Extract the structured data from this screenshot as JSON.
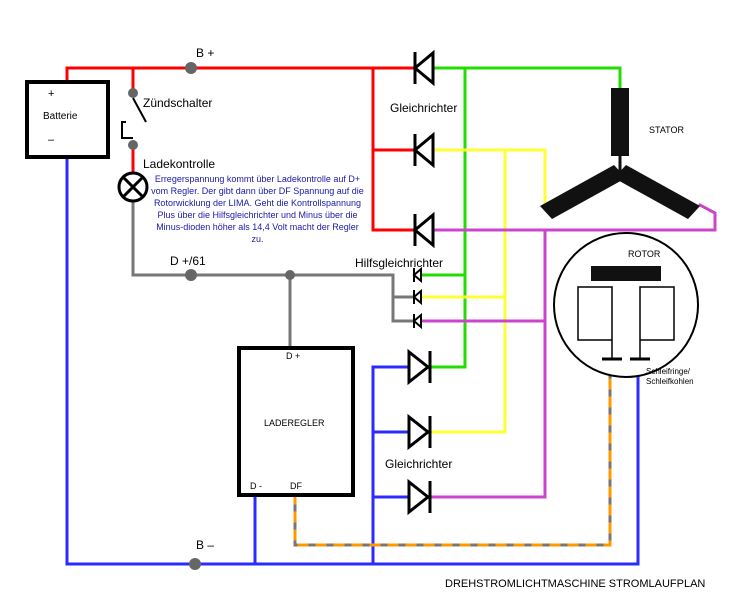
{
  "labels": {
    "battery_plus": "+",
    "battery_title": "Batterie",
    "battery_minus": "–",
    "b_plus": "B +",
    "b_minus": "B –",
    "ignition_switch": "Zündschalter",
    "charge_lamp": "Ladekontrolle",
    "d_plus_61": "D +/61",
    "rectifier_top": "Gleichrichter",
    "rectifier_bottom": "Gleichrichter",
    "aux_rectifier": "Hilfsgleichrichter",
    "stator": "STATOR",
    "rotor": "ROTOR",
    "slip_rings": "Schleifringe/\nSchleifkohlen",
    "regulator": "LADEREGLER",
    "reg_d_plus": "D +",
    "reg_d_minus": "D -",
    "reg_df": "DF",
    "title": "DREHSTROMLICHTMASCHINE STROMLAUFPLAN"
  },
  "note": "Erregerspannung kommt über Ladekontrolle auf D+ vom Regler. Der gibt dann über DF Spannung auf die Rotorwicklung der LIMA. Geht die Kontrollspannung Plus über die Hilfsgleichrichter und Minus über die Minus-dioden höher als 14,4 Volt macht der Regler zu.",
  "colors": {
    "positive": "#ff0000",
    "negative": "#2b2bff",
    "d_plus": "#777777",
    "phase_1": "#22dd00",
    "phase_2": "#ffff33",
    "phase_3": "#cc44cc",
    "field_dash": "#ff9900",
    "component": "#000000",
    "note_text": "#1a1aa8"
  }
}
